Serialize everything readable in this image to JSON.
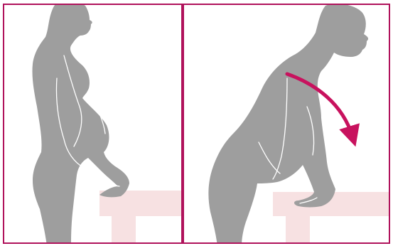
{
  "figure": {
    "panels": [
      {
        "id": "left",
        "subject": "pregnant-figure-standing-upright",
        "props": [
          "table"
        ]
      },
      {
        "id": "right",
        "subject": "pregnant-figure-leaning-forward",
        "props": [
          "table",
          "motion-arrow"
        ]
      }
    ],
    "colors": {
      "frame": "#b0125b",
      "silhouette": "#9e9e9e",
      "contour": "#ffffff",
      "table": "#f7e1e2",
      "arrow": "#c8125e",
      "background": "#ffffff"
    },
    "icons": {
      "arrow": "curved-down-arrow-icon"
    }
  }
}
